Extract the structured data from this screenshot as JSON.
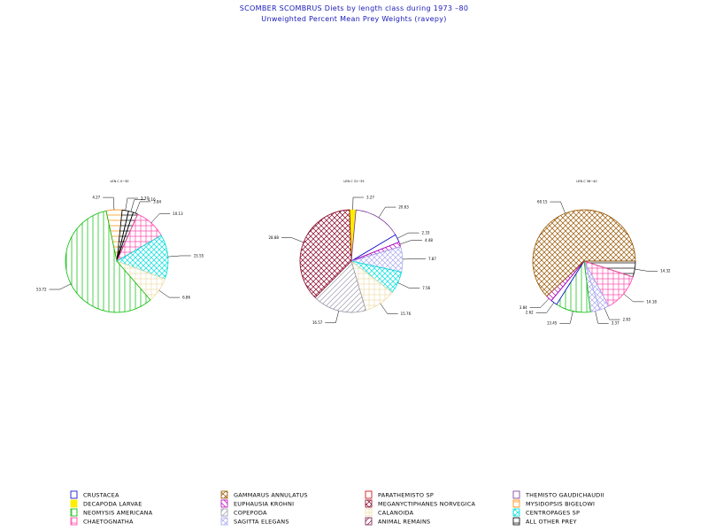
{
  "title": "SCOMBER SCOMBRUS Diets by length class during 1973 –80",
  "subtitle": "Unweighted Percent Mean Prey Weights (ravepy)",
  "categories": [
    {
      "name": "CRUSTACEA",
      "color": "#0000cc",
      "pattern": "blank"
    },
    {
      "name": "DECAPODA LARVAE",
      "color": "#ffee00",
      "pattern": "solid"
    },
    {
      "name": "NEOMYSIS AMERICANA",
      "color": "#00bb00",
      "pattern": "vert"
    },
    {
      "name": "CHAETOGNATHA",
      "color": "#ff44aa",
      "pattern": "cross"
    },
    {
      "name": "GAMMARUS ANNULATUS",
      "color": "#995500",
      "pattern": "xhatch"
    },
    {
      "name": "EUPHAUSIA KROHNI",
      "color": "#bb00bb",
      "pattern": "diagback"
    },
    {
      "name": "COPEPODA",
      "color": "#9999aa",
      "pattern": "diag"
    },
    {
      "name": "SAGITTA ELEGANS",
      "color": "#aaaaee",
      "pattern": "xhatch"
    },
    {
      "name": "PARATHEMISTO SP",
      "color": "#cc0000",
      "pattern": "blank"
    },
    {
      "name": "MEGANYCTIPHANES NORVEGICA",
      "color": "#880022",
      "pattern": "xhatch"
    },
    {
      "name": "CALANOIDA",
      "color": "#eeddaa",
      "pattern": "cross"
    },
    {
      "name": "ANIMAL REMAINS",
      "color": "#771144",
      "pattern": "diag"
    },
    {
      "name": "THEMISTO GAUDICHAUDII",
      "color": "#773399",
      "pattern": "blank"
    },
    {
      "name": "MYSIDOPSIS BIGELOWI",
      "color": "#ff8800",
      "pattern": "horiz"
    },
    {
      "name": "CENTROPAGES SP",
      "color": "#00dddd",
      "pattern": "xhatch"
    },
    {
      "name": "ALL OTHER PREY",
      "color": "#000000",
      "pattern": "horiz"
    }
  ],
  "chart_data": [
    {
      "type": "pie",
      "title": "LEN C 0−30",
      "slices": [
        {
          "category": "MYSIDOPSIS BIGELOWI",
          "value": 5.0,
          "label": "4.27"
        },
        {
          "category": "ALL OTHER PREY",
          "value": 2.0,
          "label": "3.37"
        },
        {
          "category": "ALL OTHER PREY",
          "value": 1.5,
          "label": "4.16"
        },
        {
          "category": "ALL OTHER PREY",
          "value": 1.5,
          "label": "3.84"
        },
        {
          "category": "CHAETOGNATHA",
          "value": 10.0,
          "label": "10.13"
        },
        {
          "category": "CENTROPAGES SP",
          "value": 14.0,
          "label": "15.55"
        },
        {
          "category": "CALANOIDA",
          "value": 8.0,
          "label": "6.86"
        },
        {
          "category": "NEOMYSIS AMERICANA",
          "value": 58.0,
          "label": "53.72"
        }
      ]
    },
    {
      "type": "pie",
      "title": "LEN C 31−35",
      "slices": [
        {
          "category": "DECAPODA LARVAE",
          "value": 2.0,
          "label": "3.27"
        },
        {
          "category": "THEMISTO GAUDICHAUDII",
          "value": 15.0,
          "label": "20.63"
        },
        {
          "category": "CRUSTACEA",
          "value": 2.5,
          "label": "2.33"
        },
        {
          "category": "EUPHAUSIA KROHNI",
          "value": 1.5,
          "label": "4.48"
        },
        {
          "category": "SAGITTA ELEGANS",
          "value": 8.0,
          "label": "7.87"
        },
        {
          "category": "CENTROPAGES SP",
          "value": 7.0,
          "label": "7.56"
        },
        {
          "category": "CALANOIDA",
          "value": 10.0,
          "label": "15.76"
        },
        {
          "category": "COPEPODA",
          "value": 17.0,
          "label": "16.57"
        },
        {
          "category": "MEGANYCTIPHANES NORVEGICA",
          "value": 37.0,
          "label": "28.88"
        }
      ]
    },
    {
      "type": "pie",
      "title": "LEN C 36−40",
      "slices": [
        {
          "category": "ALL OTHER PREY",
          "value": 5.0,
          "label": "14.32"
        },
        {
          "category": "CHAETOGNATHA",
          "value": 12.0,
          "label": "14.18"
        },
        {
          "category": "SAGITTA ELEGANS",
          "value": 3.0,
          "label": "2.83"
        },
        {
          "category": "SAGITTA ELEGANS",
          "value": 3.0,
          "label": "3.37"
        },
        {
          "category": "NEOMYSIS AMERICANA",
          "value": 11.0,
          "label": "13.45"
        },
        {
          "category": "CRUSTACEA",
          "value": 2.0,
          "label": "2.62"
        },
        {
          "category": "EUPHAUSIA KROHNI",
          "value": 2.0,
          "label": "3.84"
        },
        {
          "category": "GAMMARUS ANNULATUS",
          "value": 62.0,
          "label": "60.15"
        }
      ]
    }
  ]
}
